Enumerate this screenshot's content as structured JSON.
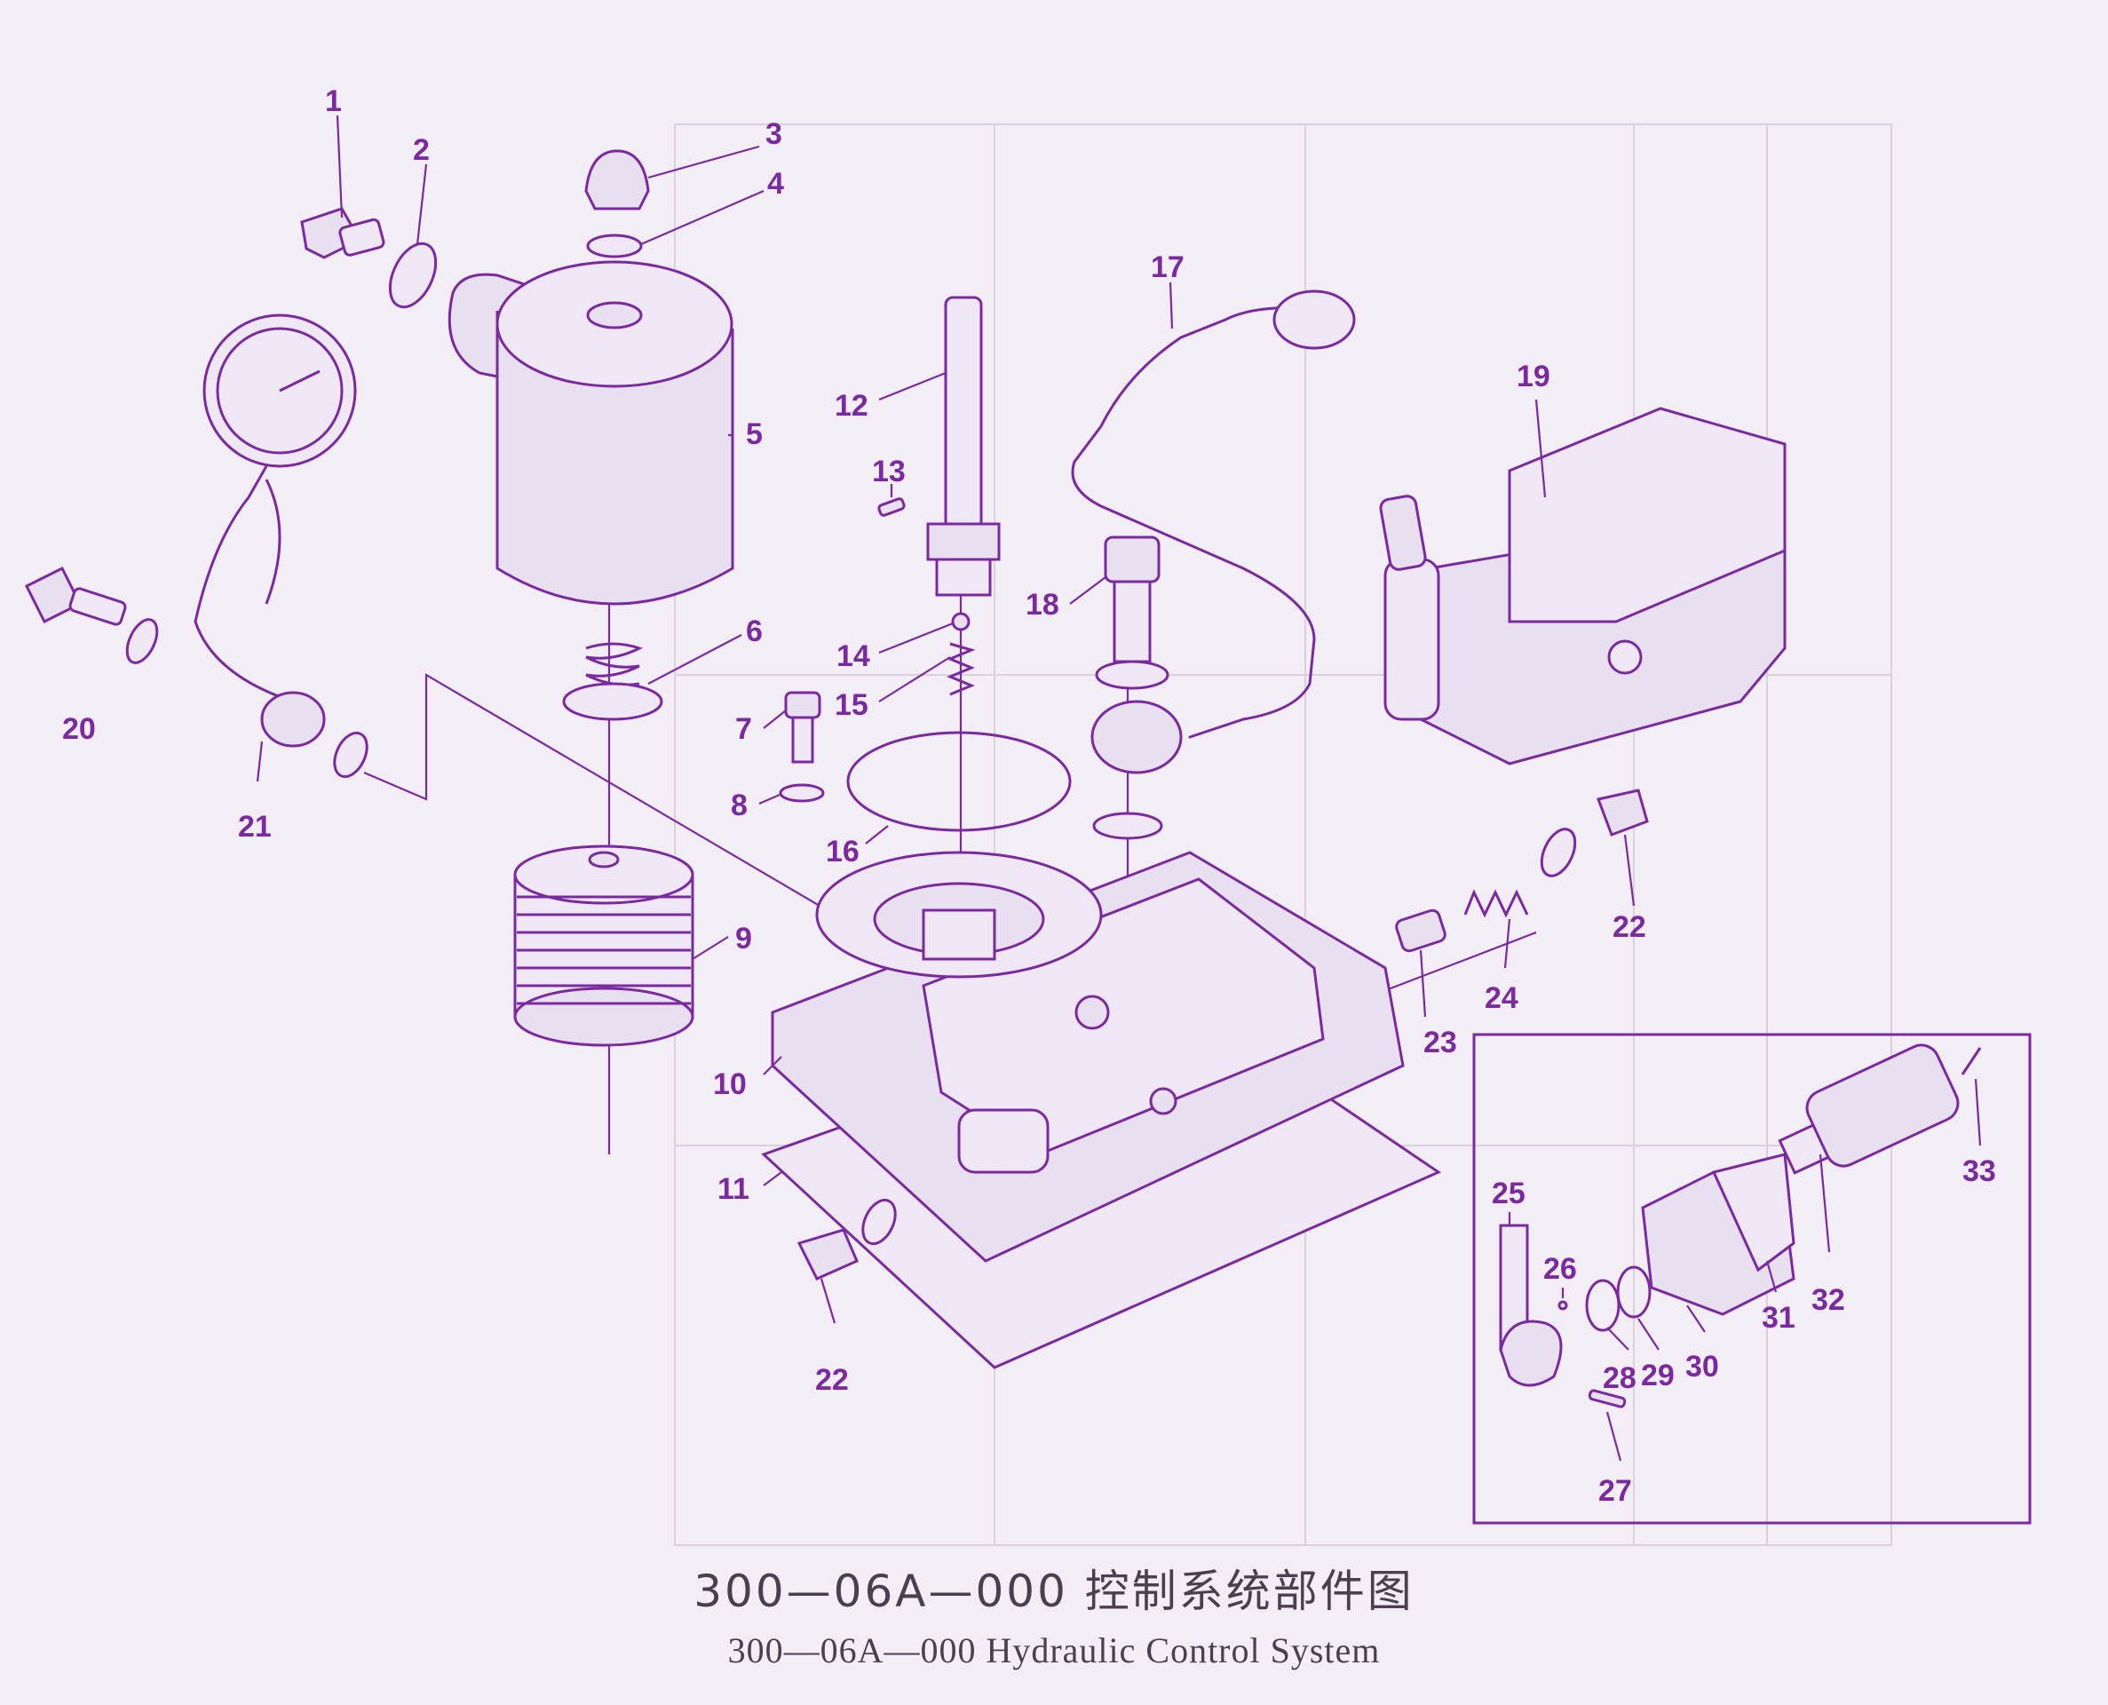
{
  "caption": {
    "chinese": "300—06A—000 控制系统部件图",
    "english": "300—06A—000 Hydraulic Control System"
  },
  "callouts": [
    "1",
    "2",
    "3",
    "4",
    "5",
    "6",
    "7",
    "8",
    "9",
    "10",
    "11",
    "12",
    "13",
    "14",
    "15",
    "16",
    "17",
    "18",
    "19",
    "20",
    "21",
    "22",
    "22",
    "23",
    "24",
    "25",
    "26",
    "27",
    "28",
    "29",
    "30",
    "31",
    "32",
    "33"
  ],
  "colors": {
    "ink": "#7a2a9e",
    "paper": "#f3eef6",
    "caption": "#4a3f4e"
  }
}
